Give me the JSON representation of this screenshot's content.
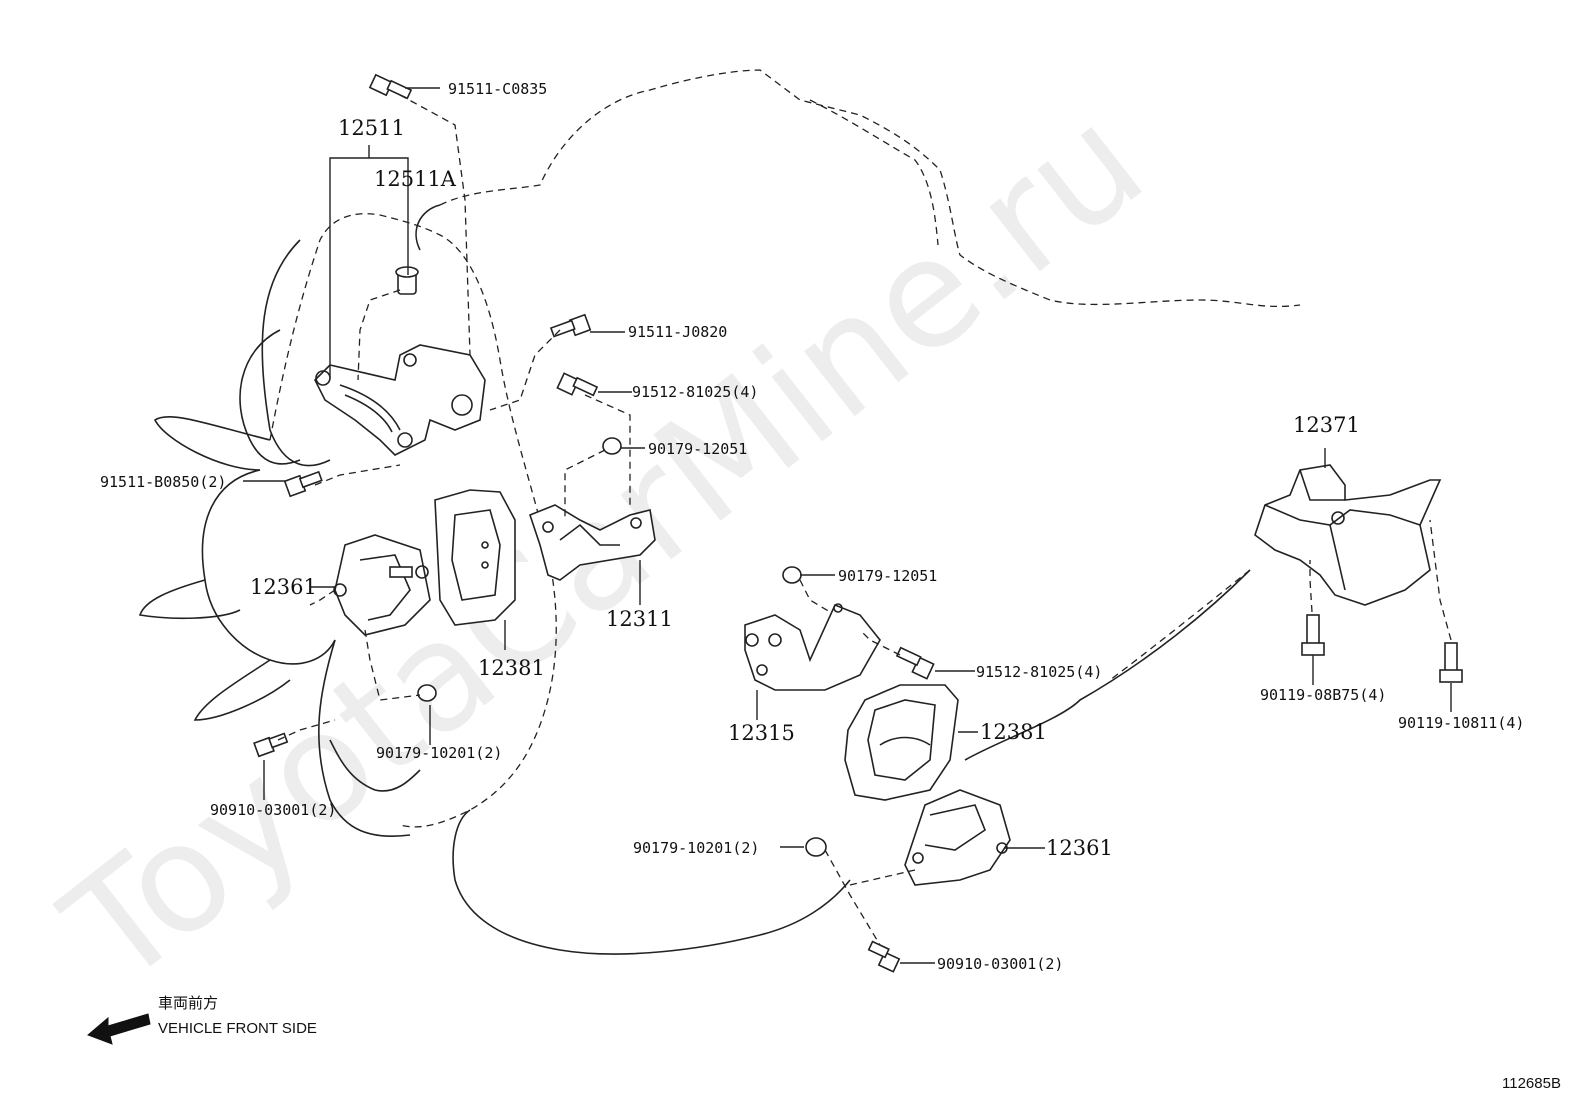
{
  "watermark": "ToyotaCarMine.ru",
  "direction": {
    "japanese": "車両前方",
    "english": "VEHICLE FRONT SIDE"
  },
  "figure_id": "112685B",
  "labels": {
    "l_91511_C0835": "91511-C0835",
    "l_12511": "12511",
    "l_12511A": "12511A",
    "l_91511_J0820": "91511-J0820",
    "l_91512_81025_a": "91512-81025(4)",
    "l_90179_12051_a": "90179-12051",
    "l_91511_B0850": "91511-B0850(2)",
    "l_12361_a": "12361",
    "l_12311": "12311",
    "l_12381_a": "12381",
    "l_90179_10201_a": "90179-10201(2)",
    "l_90910_03001_a": "90910-03001(2)",
    "l_90179_12051_b": "90179-12051",
    "l_91512_81025_b": "91512-81025(4)",
    "l_12315": "12315",
    "l_12381_b": "12381",
    "l_12361_b": "12361",
    "l_90179_10201_b": "90179-10201(2)",
    "l_90910_03001_b": "90910-03001(2)",
    "l_12371": "12371",
    "l_90119_08B75": "90119-08B75(4)",
    "l_90119_10811": "90119-10811(4)"
  }
}
